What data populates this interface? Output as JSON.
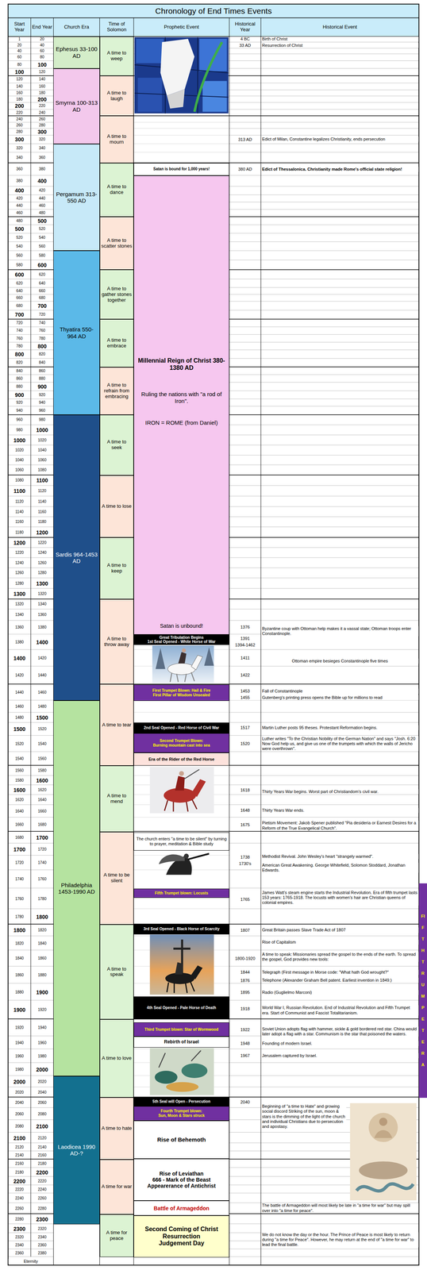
{
  "diagram": {
    "title": "Chronology of End Times Events",
    "nodes": [
      {
        "text": [
          "Ephesus 33-100 AD"
        ]
      },
      {
        "text": [
          "Smyrna 100-313 AD"
        ]
      },
      {
        "text": [
          "Pergamum 313-550 AD"
        ]
      },
      {
        "text": [
          "Thyatira 550-964 AD"
        ]
      },
      {
        "text": [
          "Sardis 964-1453 AD"
        ]
      },
      {
        "text": [
          "Philadelphia 1453-1990 AD"
        ]
      },
      {
        "text": [
          "Laodicea 1990 AD-?"
        ]
      },
      {
        "text": [
          "A time to weep"
        ]
      },
      {
        "text": [
          "A time to laugh"
        ]
      },
      {
        "text": [
          "A time to mourn"
        ]
      },
      {
        "text": [
          "A time to dance"
        ]
      },
      {
        "text": [
          "A time to scatter stones"
        ]
      },
      {
        "text": [
          "A time to gather stones together"
        ]
      },
      {
        "text": [
          "A time to embrace"
        ]
      },
      {
        "text": [
          "A time to refrain from embracing"
        ]
      },
      {
        "text": [
          "A time to seek"
        ]
      },
      {
        "text": [
          "A time to lose"
        ]
      },
      {
        "text": [
          "A time to keep"
        ]
      },
      {
        "text": [
          "A time to throw away"
        ]
      },
      {
        "text": [
          "A time to tear"
        ]
      },
      {
        "text": [
          "A time to mend"
        ]
      },
      {
        "text": [
          "A time to be silent"
        ]
      },
      {
        "text": [
          "A time to speak"
        ]
      },
      {
        "text": [
          "A time to love"
        ]
      },
      {
        "text": [
          "A time to hate"
        ]
      },
      {
        "text": [
          "A time for war"
        ]
      },
      {
        "text": [
          "A time for peace"
        ]
      },
      {
        "text": [
          "Satan is bound for 1,000 years!"
        ]
      },
      {
        "text": [
          "Millennial Reign of Christ 380-1380 AD",
          "Ruling the nations with \"a rod of Iron\".",
          "IRON = ROME (from Daniel)",
          "Satan is unbound!"
        ]
      },
      {
        "text": [
          "Great Tribulation Begins",
          "1st Seal Opened - White Horse of War"
        ]
      },
      {
        "text": [
          "First Trumpet Blown: Hail & Fire",
          "First Pillar of Wisdom Unsealed"
        ]
      },
      {
        "text": [
          "2nd Seal Opened - Red Horse of Civil War"
        ]
      },
      {
        "text": [
          "Second Trumpet Blown:",
          "Burning mountain cast into sea"
        ]
      },
      {
        "text": [
          "Era of the Rider of the Red Horse"
        ]
      },
      {
        "text": [
          "The church enters \"a time to be silent\" by turning to prayer, meditation & Bible study"
        ]
      },
      {
        "text": [
          "Fifth Trumpet blown: Locusts"
        ]
      },
      {
        "text": [
          "3rd Seal Opened - Black Horse of Scarcity"
        ]
      },
      {
        "text": [
          "4th Seal Opened - Pale Horse of Death"
        ]
      },
      {
        "text": [
          "Third Trumpet blown: Star of Wormwood"
        ]
      },
      {
        "text": [
          "Rebirth of Israel"
        ]
      },
      {
        "text": [
          "5th Seal will Open - Persecution"
        ]
      },
      {
        "text": [
          "Fourth Trumpet blown:",
          "Sun, Moon & Stars struck"
        ]
      },
      {
        "text": [
          "Rise of Behemoth"
        ]
      },
      {
        "text": [
          "Rise of Leviathan",
          "666 - Mark of the Beast",
          "Appearerance of Antichrist"
        ]
      },
      {
        "text": [
          "Battle of Armageddon"
        ]
      },
      {
        "text": [
          "Second Coming of Christ",
          "Resurrection",
          "Judgement Day"
        ]
      },
      {
        "text": [
          "FIFTH TRUMPET ERA"
        ]
      }
    ],
    "labels": [
      "Start Year",
      "End Year",
      "Church Era",
      "Time of Solomon",
      "Prophetic Event",
      "Historical Year",
      "Historical Event",
      "1",
      "20",
      "20",
      "40",
      "40",
      "60",
      "60",
      "80",
      "80",
      "100",
      "100",
      "120",
      "120",
      "140",
      "140",
      "160",
      "160",
      "180",
      "180",
      "200",
      "200",
      "220",
      "220",
      "240",
      "240",
      "260",
      "260",
      "280",
      "280",
      "300",
      "300",
      "320",
      "320",
      "340",
      "340",
      "360",
      "360",
      "380",
      "380",
      "400",
      "400",
      "420",
      "420",
      "440",
      "440",
      "460",
      "460",
      "480",
      "480",
      "500",
      "500",
      "520",
      "520",
      "540",
      "540",
      "560",
      "560",
      "580",
      "580",
      "600",
      "600",
      "620",
      "620",
      "640",
      "640",
      "660",
      "660",
      "680",
      "680",
      "700",
      "700",
      "720",
      "720",
      "740",
      "740",
      "760",
      "760",
      "780",
      "780",
      "800",
      "800",
      "820",
      "820",
      "840",
      "840",
      "860",
      "860",
      "880",
      "880",
      "900",
      "900",
      "920",
      "920",
      "940",
      "940",
      "960",
      "960",
      "980",
      "980",
      "1000",
      "1000",
      "1020",
      "1020",
      "1040",
      "1040",
      "1060",
      "1060",
      "1080",
      "1080",
      "1100",
      "1100",
      "1120",
      "1120",
      "1140",
      "1140",
      "1160",
      "1160",
      "1180",
      "1180",
      "1200",
      "1200",
      "1220",
      "1220",
      "1240",
      "1240",
      "1260",
      "1260",
      "1280",
      "1280",
      "1300",
      "1300",
      "1320",
      "1320",
      "1340",
      "1340",
      "1360",
      "1360",
      "1380",
      "1380",
      "1400",
      "1400",
      "1420",
      "1420",
      "1440",
      "1440",
      "1460",
      "1460",
      "1480",
      "1480",
      "1500",
      "1500",
      "1520",
      "1520",
      "1540",
      "1540",
      "1560",
      "1560",
      "1580",
      "1580",
      "1600",
      "1600",
      "1620",
      "1620",
      "1640",
      "1640",
      "1660",
      "1660",
      "1680",
      "1680",
      "1700",
      "1700",
      "1720",
      "1720",
      "1740",
      "1740",
      "1760",
      "1760",
      "1780",
      "1780",
      "1800",
      "1800",
      "1820",
      "1820",
      "1840",
      "1840",
      "1860",
      "1860",
      "1880",
      "1880",
      "1900",
      "1900",
      "1920",
      "1920",
      "1940",
      "1940",
      "1960",
      "1960",
      "1980",
      "1980",
      "2000",
      "2000",
      "2020",
      "2020",
      "2040",
      "2040",
      "2060",
      "2060",
      "2080",
      "2080",
      "2100",
      "2100",
      "2120",
      "2120",
      "2140",
      "2140",
      "2160",
      "2160",
      "2180",
      "2180",
      "2200",
      "2200",
      "2220",
      "2220",
      "2240",
      "2240",
      "2260",
      "2260",
      "2280",
      "2280",
      "2300",
      "2300",
      "2320",
      "2320",
      "2340",
      "2340",
      "2360",
      "2360",
      "2380",
      "Eternity",
      "4 BC",
      "Birth of Christ",
      "33 AD",
      "Resurrection of Christ",
      "313 AD",
      "Edict of Milan, Constantine legalizes Christianity, ends persecution",
      "380 AD",
      "Edict of Thessalonica. Christianity made Rome's official state religion!",
      "1376",
      "Byzantine coup with Ottoman help makes it a vassal state; Ottoman troops enter Constantinople.",
      "1391",
      "1394-1462",
      "1411",
      "Ottoman empire besieges Constantinople five times",
      "1422",
      "1453",
      "Fall of Constantinople",
      "1455",
      "Gutenberg's printing press opens the Bible up for millions to read",
      "1517",
      "Martin Luther posts 95 theses. Protestant Reformation begins.",
      "1520",
      "Luther writes \"To the Christian Nobility of the German Nation\" and says \"Josh. 6:20 Now God help us, and give us one of the trumpets with which the walls of Jericho were overthrown\".",
      "1618",
      "Thirty Years War begins. Worst part of Christiandom's civil war.",
      "1648",
      "Thirty Years War ends.",
      "1675",
      "Pietism Movement: Jakob Spener published \"Pia desideria or Earnest Desires for a Reform of the True Evangelical Church\".",
      "1738",
      "Methodist Revival. John Wesley's heart \"strangely warmed\".",
      "1730's",
      "American Great Awakening. George Whitefield, Solomon Stoddard, Jonathan Edwards.",
      "1765",
      "James Watt's steam engine starts the Industrial Revolution. Era of fifth trumpet lasts 153 years: 1765-1918. The locusts with women's hair are Christian queens of colonial empires.",
      "1807",
      "Great Britain passes Slave Trade Act of 1807",
      "Rise of Capitalism",
      "1800-1920",
      "A time to speak: Missionaries spread the gospel to the ends of the earth. To spread the gospel, God provides new tools:",
      "1844",
      "Telegraph (First message in Morse code: \"What hath God wrought?\"",
      "1876",
      "Telephone (Alexander Graham Bell patent. Earliest invention in 1849.)",
      "1895",
      "Radio (Guglielmo Marconi)",
      "1918",
      "World War I, Russian Revolution. End of Industrial Revolution and Fifth Trumpet era. Start of Communist and Fascist Totalitarianism.",
      "1922",
      "Soviet Union adopts flag with hammer, sickle & gold bordered red star. China would later adopt a flag with a star. Communism is the star that poisoned the waters.",
      "1948",
      "Founding of modern Israel.",
      "1967",
      "Jerusalem captured by Israel.",
      "2040",
      "Beginning of \"a time to Hate\" and growing social discord Striking of the sun, moon & stars is the dimming of the light of the church and individual Christians due to persecution and apostasy.",
      "The battle of Armageddon will most likely be late in \"a time for war\" but may spill over into \"a time for peace\".",
      "We do not know the day or the hour. The Prince of Peace is most likely to return during \"a time for Peace\". However, he may return at the end of \"a time for war\" to lead the final battle."
    ]
  }
}
